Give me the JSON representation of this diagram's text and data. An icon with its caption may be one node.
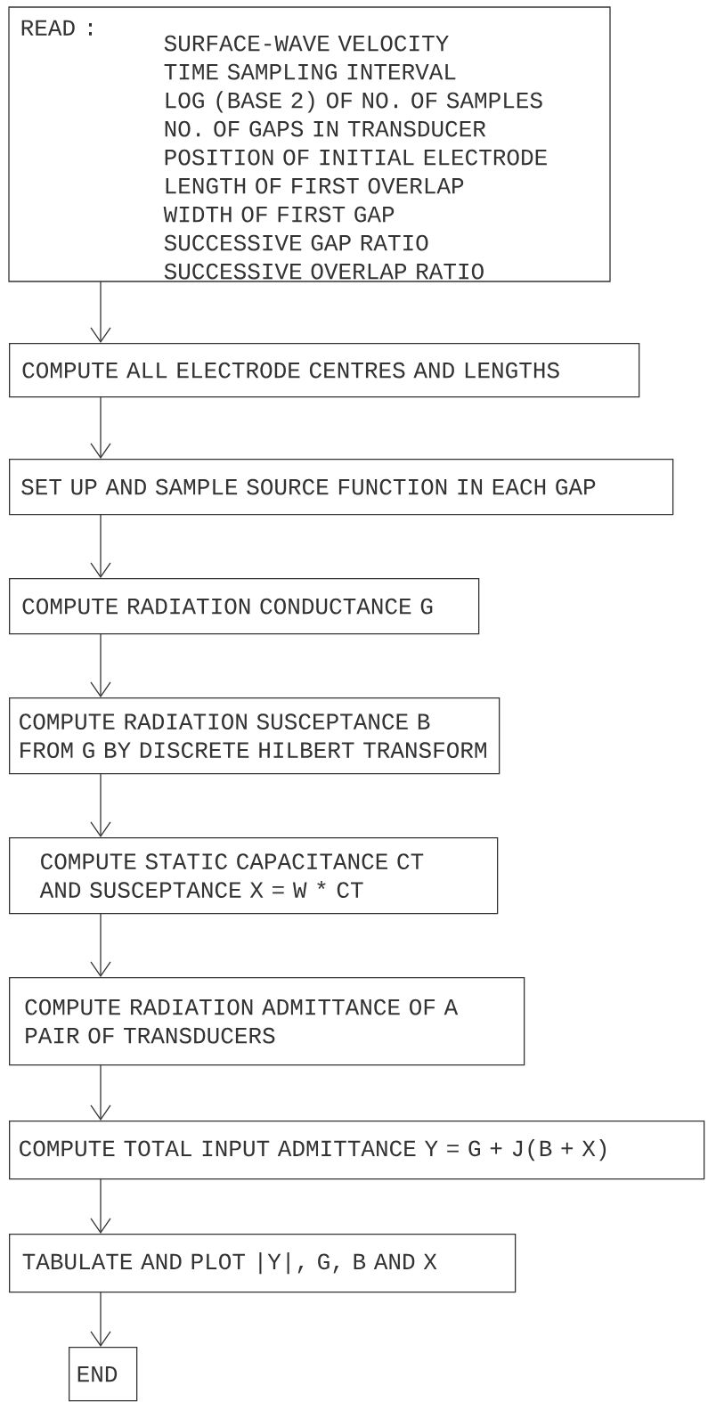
{
  "diagram": {
    "nodes": [
      {
        "text": [
          "READ :",
          "SURFACE-WAVE VELOCITY",
          "TIME SAMPLING INTERVAL",
          "LOG (BASE 2) OF NO. OF SAMPLES",
          "NO. OF GAPS IN TRANSDUCER",
          "POSITION OF INITIAL ELECTRODE",
          "LENGTH OF FIRST OVERLAP",
          "WIDTH OF FIRST GAP",
          "SUCCESSIVE GAP RATIO",
          "SUCCESSIVE OVERLAP RATIO"
        ]
      },
      {
        "text": [
          "COMPUTE ALL ELECTRODE CENTRES AND LENGTHS"
        ]
      },
      {
        "text": [
          "SET UP AND SAMPLE SOURCE FUNCTION IN EACH GAP"
        ]
      },
      {
        "text": [
          "COMPUTE RADIATION CONDUCTANCE G"
        ]
      },
      {
        "text": [
          "COMPUTE RADIATION SUSCEPTANCE B FROM G BY DISCRETE HILBERT TRANSFORM"
        ]
      },
      {
        "text": [
          "COMPUTE STATIC CAPACITANCE CT AND SUSCEPTANCE X = W * CT"
        ]
      },
      {
        "text": [
          "COMPUTE RADIATION ADMITTANCE OF A PAIR OF TRANSDUCERS"
        ]
      },
      {
        "text": [
          "COMPUTE TOTAL INPUT ADMITTANCE Y = G + J(B + X)"
        ]
      },
      {
        "text": [
          "TABULATE AND PLOT |Y|, G, B AND X"
        ]
      },
      {
        "text": [
          "END"
        ]
      }
    ],
    "edges": [
      {
        "from": 0,
        "to": 1,
        "arrow": "to"
      },
      {
        "from": 1,
        "to": 2,
        "arrow": "to"
      },
      {
        "from": 2,
        "to": 3,
        "arrow": "to"
      },
      {
        "from": 3,
        "to": 4,
        "arrow": "to"
      },
      {
        "from": 4,
        "to": 5,
        "arrow": "to"
      },
      {
        "from": 5,
        "to": 6,
        "arrow": "to"
      },
      {
        "from": 6,
        "to": 7,
        "arrow": "to"
      },
      {
        "from": 7,
        "to": 8,
        "arrow": "to"
      },
      {
        "from": 8,
        "to": 9,
        "arrow": "to"
      }
    ]
  }
}
